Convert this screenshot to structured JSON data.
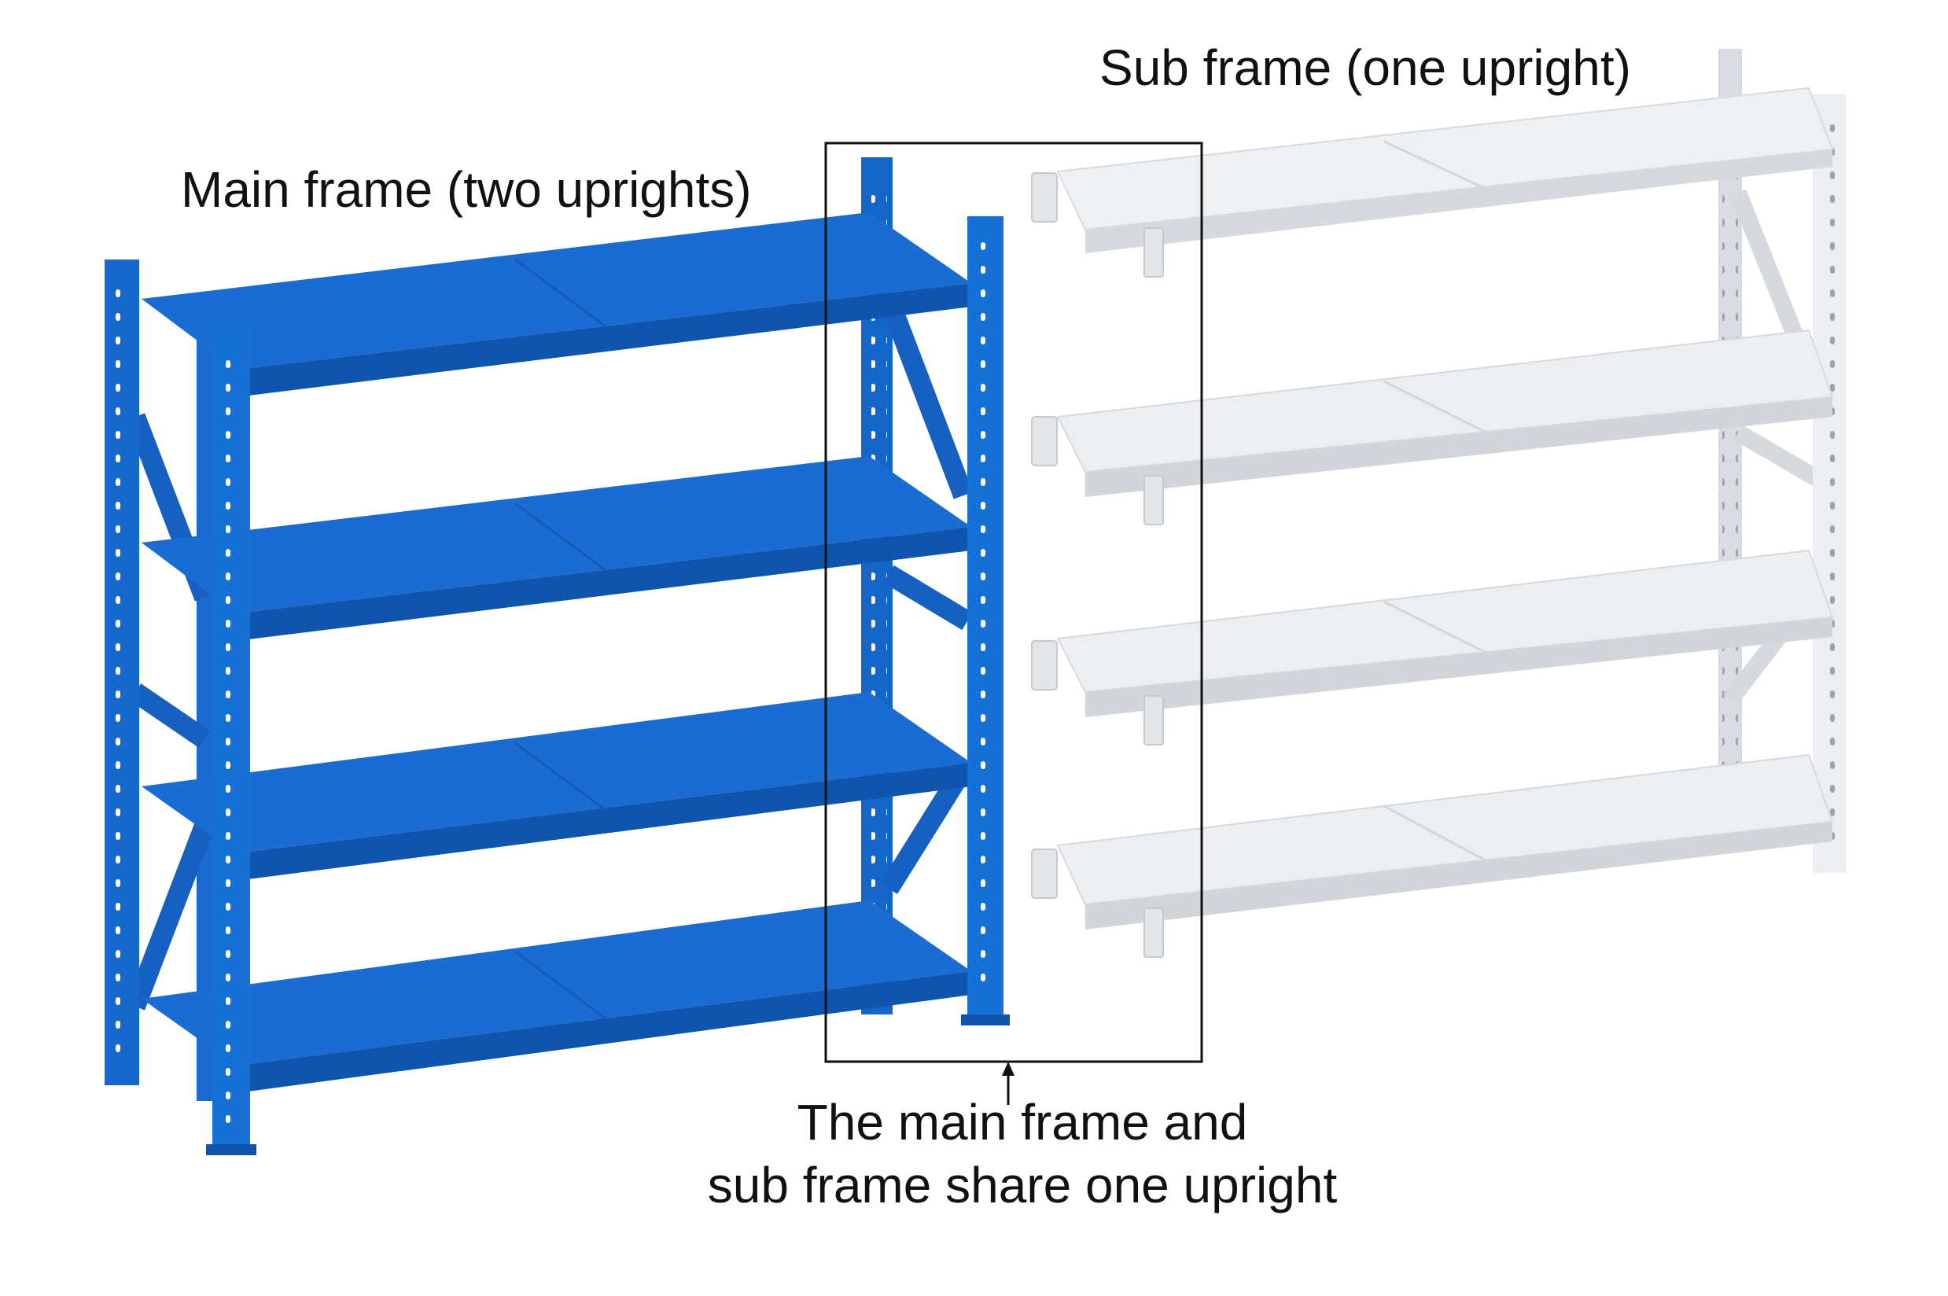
{
  "labels": {
    "main_frame": "Main frame (two uprights)",
    "sub_frame": "Sub frame (one upright)",
    "caption_line1": "The main frame and",
    "caption_line2": "sub frame share one upright"
  },
  "colors": {
    "main_frame_blue": "#1566c9",
    "main_frame_blue_dark": "#0d4fa3",
    "main_frame_blue_light": "#2a7fe0",
    "sub_frame_grey": "#e7e9ec",
    "sub_frame_grey_dark": "#c9ccd1",
    "highlight_box": "#111111"
  },
  "shelves": {
    "main_frame_levels": 4,
    "sub_frame_levels": 4
  }
}
